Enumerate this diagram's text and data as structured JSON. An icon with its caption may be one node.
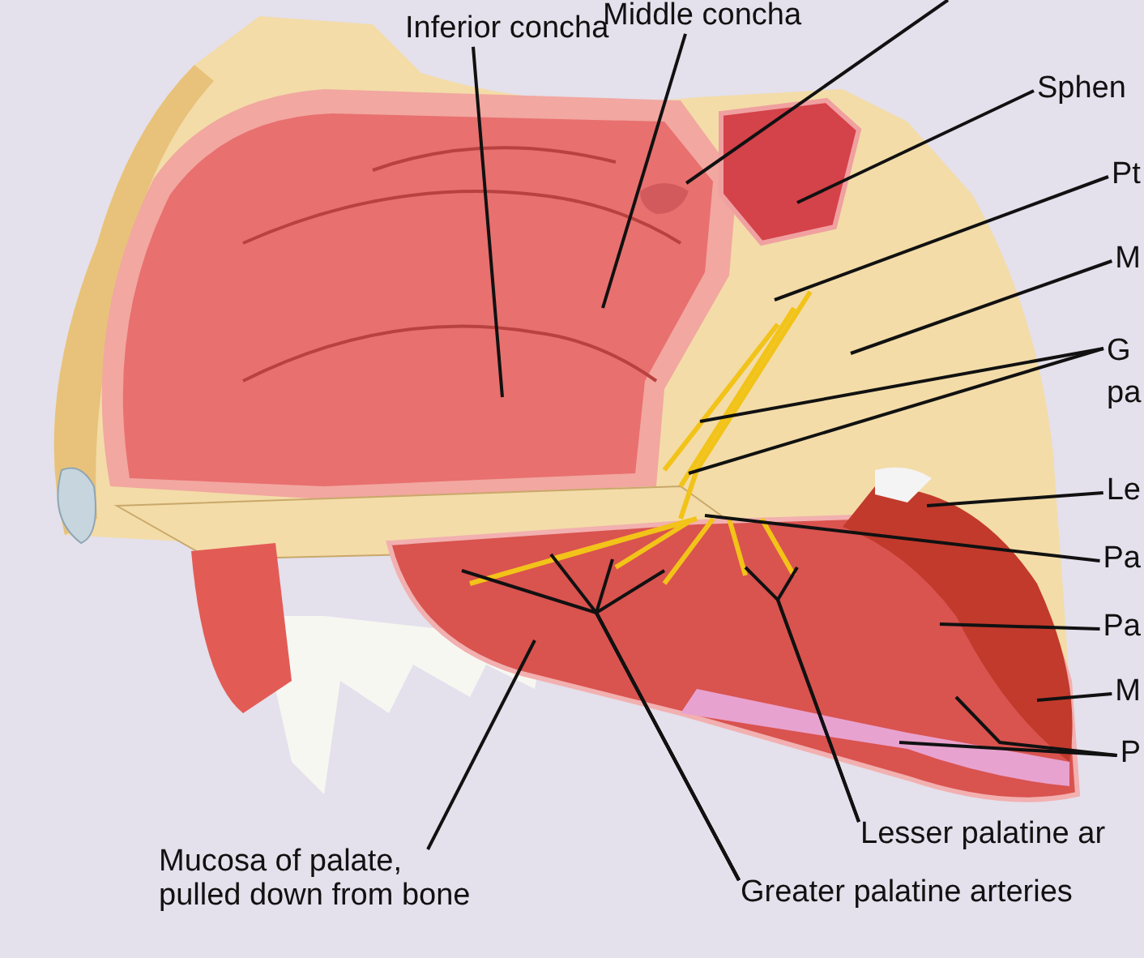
{
  "diagram": {
    "nodes": [
      {
        "text": [
          "Middle concha"
        ]
      },
      {
        "text": [
          "Inferior concha"
        ]
      },
      {
        "text": [
          "Sphen"
        ]
      },
      {
        "text": [
          "Pt"
        ]
      },
      {
        "text": [
          "M"
        ]
      },
      {
        "text": [
          "G pa"
        ]
      },
      {
        "text": [
          "Le"
        ]
      },
      {
        "text": [
          "Pa"
        ]
      },
      {
        "text": [
          "Pa"
        ]
      },
      {
        "text": [
          "M"
        ]
      },
      {
        "text": [
          "P"
        ]
      },
      {
        "text": [
          "Lesser palatine ar"
        ]
      },
      {
        "text": [
          "Greater palatine arteries"
        ]
      },
      {
        "text": [
          "Mucosa of palate, pulled down from bone"
        ]
      },
      {
        "text": [],
        "shape": "picture"
      }
    ],
    "edges": [
      {
        "from": 0,
        "to": null,
        "arrow": "none"
      },
      {
        "from": 1,
        "to": null,
        "arrow": "none"
      },
      {
        "from": null,
        "to": 14,
        "arrow": "none"
      },
      {
        "from": 2,
        "to": null,
        "arrow": "none"
      },
      {
        "from": 3,
        "to": null,
        "arrow": "none"
      },
      {
        "from": 4,
        "to": null,
        "arrow": "none"
      },
      {
        "from": 5,
        "to": null,
        "arrow": "none"
      },
      {
        "from": 5,
        "to": null,
        "arrow": "none"
      },
      {
        "from": 6,
        "to": null,
        "arrow": "none"
      },
      {
        "from": 7,
        "to": null,
        "arrow": "none"
      },
      {
        "from": 8,
        "to": null,
        "arrow": "none"
      },
      {
        "from": 9,
        "to": null,
        "arrow": "none"
      },
      {
        "from": 10,
        "to": null,
        "arrow": "none"
      },
      {
        "from": 10,
        "to": null,
        "arrow": "none"
      },
      {
        "from": 11,
        "to": null,
        "arrow": "none"
      },
      {
        "from": 11,
        "to": null,
        "arrow": "none"
      },
      {
        "from": 12,
        "to": null,
        "arrow": "none"
      },
      {
        "from": 12,
        "to": null,
        "arrow": "none"
      },
      {
        "from": 12,
        "to": null,
        "arrow": "none"
      },
      {
        "from": 12,
        "to": null,
        "arrow": "none"
      },
      {
        "from": 13,
        "to": null,
        "arrow": "none"
      }
    ]
  }
}
